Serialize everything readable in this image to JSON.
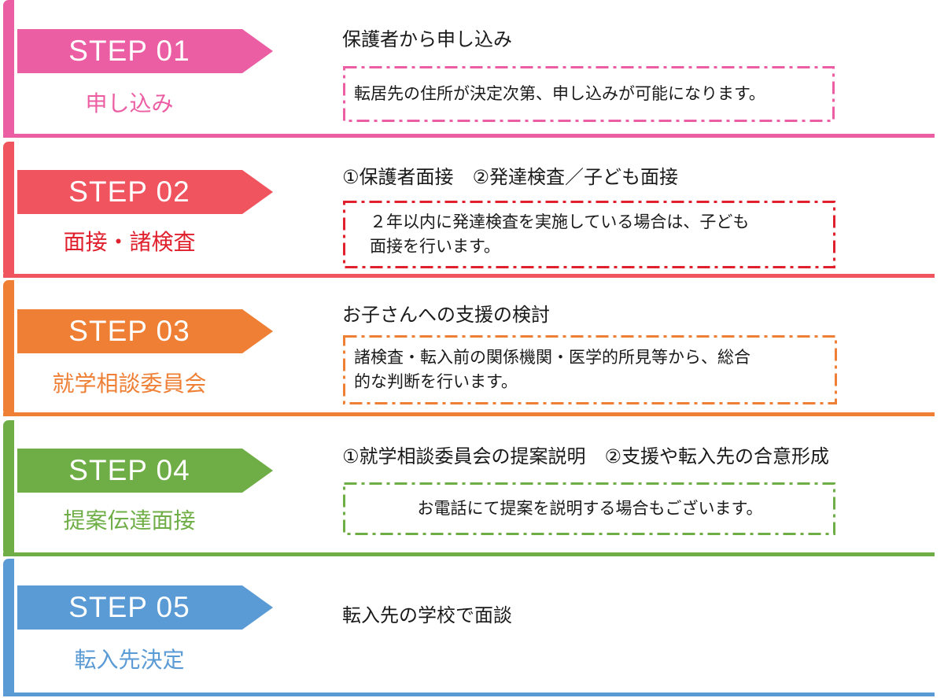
{
  "colors": {
    "step1": "#ec5ea3",
    "step2": "#f0545e",
    "step3": "#ee7f34",
    "step4": "#6fae46",
    "step5": "#5b9bd5",
    "step2_text": "#e0202d"
  },
  "steps": [
    {
      "label": "STEP 01",
      "subtitle": "申し込み",
      "heading": "保護者から申し込み",
      "note": "転居先の住所が決定次第、申し込みが可能になります。"
    },
    {
      "label": "STEP 02",
      "subtitle": "面接・諸検査",
      "heading": "①保護者面接　②発達検査／子ども面接",
      "note_line1": "２年以内に発達検査を実施している場合は、子ども",
      "note_line2": "面接を行います。"
    },
    {
      "label": "STEP 03",
      "subtitle": "就学相談委員会",
      "heading": "お子さんへの支援の検討",
      "note_line1": "諸検査・転入前の関係機関・医学的所見等から、総合",
      "note_line2": "的な判断を行います。"
    },
    {
      "label": "STEP 04",
      "subtitle": "提案伝達面接",
      "heading": "①就学相談委員会の提案説明　②支援や転入先の合意形成",
      "note": "お電話にて提案を説明する場合もございます。"
    },
    {
      "label": "STEP 05",
      "subtitle": "転入先決定",
      "heading": "転入先の学校で面談"
    }
  ]
}
